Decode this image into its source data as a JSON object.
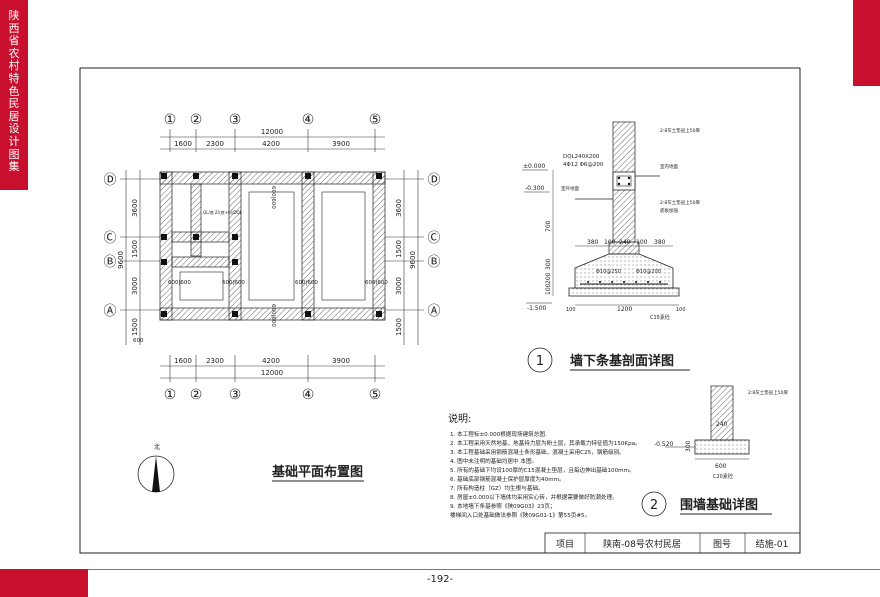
{
  "book": {
    "title": "陕西省农村特色民居设计图集",
    "page": "-192-"
  },
  "plan": {
    "title": "基础平面布置图",
    "axes_x": [
      "①",
      "②",
      "③",
      "④",
      "⑤"
    ],
    "axes_y": [
      "Ⓓ",
      "Ⓒ",
      "Ⓑ",
      "Ⓐ"
    ],
    "dim_total": "12000",
    "dims_x": [
      "1600",
      "2300",
      "4200",
      "3900"
    ],
    "dims_y_left": [
      "3600",
      "1500",
      "3000",
      "1500"
    ],
    "dim_left_inner": "9600",
    "dims_y_right": [
      "3600",
      "1500",
      "3000",
      "1500"
    ],
    "dim_right_inner": "9600",
    "hatch_label_600": "600|600",
    "hatch_label_600_b": "600|600",
    "hatch_label_600_c": "600|600",
    "hatch_label_600_d": "600|600",
    "vertical_600": "600|600",
    "vertical_600_b": "600|600",
    "small_600": "600",
    "note_small": "QL/底 Z/(底+h)/DQL",
    "north_label": "北"
  },
  "section1": {
    "num": "1",
    "title": "墙下条基剖面详图",
    "elev_000": "±0.000",
    "elev_300": "-0.300",
    "elev_1500": "-1.500",
    "ql_label": "DQL240X200",
    "ql_bars": "4Φ12 Φ6@200",
    "label_outdoor": "室外地面",
    "label_top": "2:8灰土垫层上50厚",
    "label_indoor": "室内地面",
    "label_mid": "2:8灰土垫层上50厚",
    "label_lower": "底板加强",
    "bars_a": "Φ10@250",
    "bars_b": "Φ10@200",
    "dims_top": [
      "380",
      "100",
      "240",
      "100",
      "380"
    ],
    "dim_bottom": "1200",
    "dim_700": "700",
    "dim_300": "300",
    "dim_200": "200",
    "dim_100": "100",
    "c15": "C15素砼",
    "side_100a": "100",
    "side_100b": "100"
  },
  "section2": {
    "num": "2",
    "title": "围墙基础详图",
    "label_top": "2:8灰土垫层上50厚",
    "elev": "-0.520",
    "dim_240": "240",
    "dim_300": "300",
    "dim_600": "600",
    "c20": "C20素砼"
  },
  "notes": {
    "heading": "说明:",
    "lines": [
      "1. 本工程标±0.000根据现场建筑总图.",
      "2. 本工程采用天然地基，地基持力层为粉土层，其承载力特征值为150Kpa。",
      "3. 本工程基础采用钢筋混凝土条形基础，混凝土采用C25，钢筋级别。",
      "4. 图中未注明的基础均居中 本图。",
      "5. 所有的基础下均设100厚的C15混凝土垫层，且每边伸出基础100mm。",
      "6. 基础底部钢筋混凝土保护层厚度为40mm。",
      "7. 所有构造柱（GZ）均生根与基础。",
      "8. 房屋±0.000以下墙体均采用实心砖，并根据需要做好防潮处理。",
      "9. 本地墙下条基参照《陕09G03》23页；",
      "   楼梯间入口处基础做法参照《陕09G01-1》第55页#5。"
    ]
  },
  "title_block": {
    "project_label": "项目",
    "project_value": "陕南-08号农村民居",
    "drawing_label": "图号",
    "drawing_value": "结施-01"
  }
}
